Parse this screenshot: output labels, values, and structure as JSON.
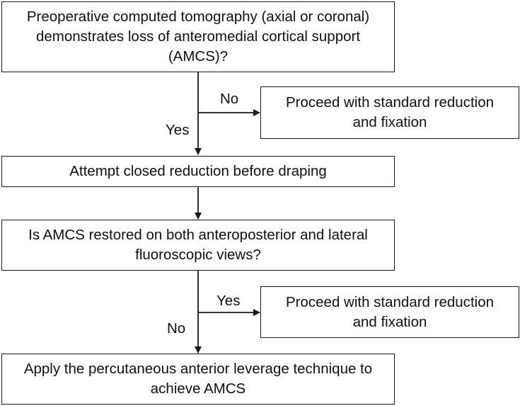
{
  "nodes": {
    "q1": "Preoperative computed tomography (axial or coronal) demonstrates loss of anteromedial cortical support (AMCS)?",
    "standard_1": "Proceed with standard reduction and fixation",
    "closed_reduction": "Attempt closed reduction before draping",
    "q2": "Is AMCS restored on both anteroposterior and lateral fluoroscopic views?",
    "standard_2": "Proceed with standard reduction and fixation",
    "leverage": "Apply the percutaneous anterior leverage technique to achieve AMCS"
  },
  "edges": {
    "q1_no": "No",
    "q1_yes": "Yes",
    "q2_yes": "Yes",
    "q2_no": "No"
  }
}
